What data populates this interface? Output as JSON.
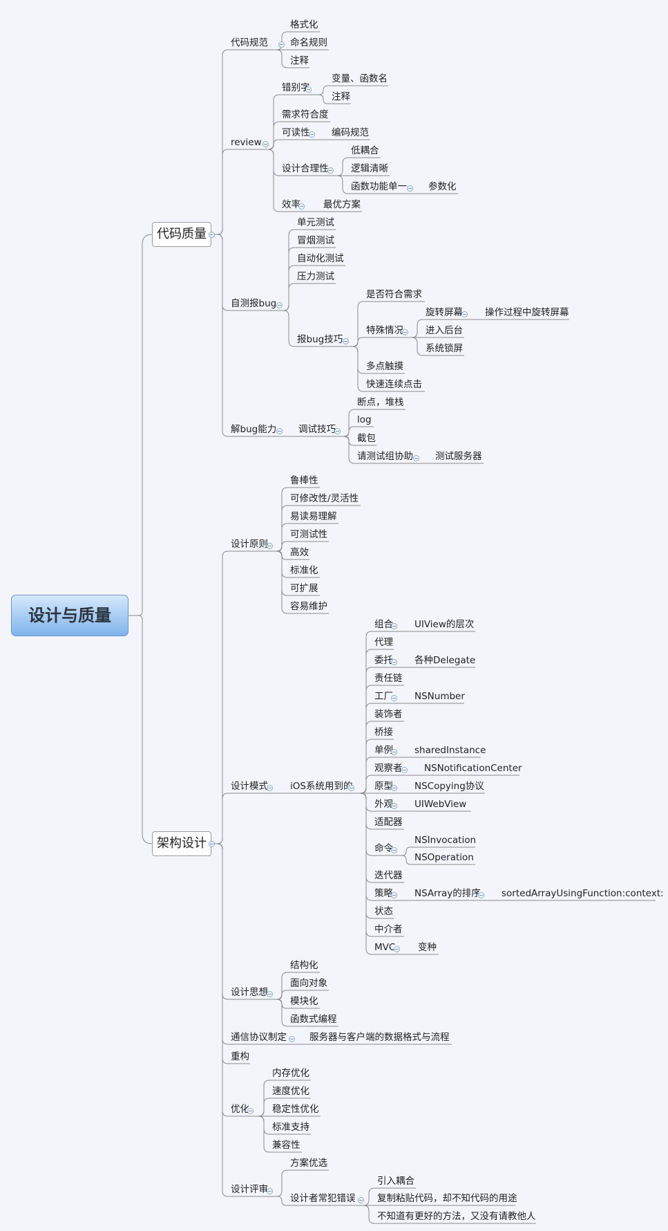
{
  "root": {
    "label": "设计与质量"
  },
  "branches": [
    {
      "label": "代码质量"
    },
    {
      "label": "架构设计"
    }
  ],
  "nodes": {
    "n1": "代码规范",
    "n2": "格式化",
    "n3": "命名规则",
    "n4": "注释",
    "n5": "review",
    "n6": "错别字",
    "n7": "变量、函数名",
    "n8": "注释",
    "n9": "需求符合度",
    "n10": "可读性",
    "n11": "编码规范",
    "n12": "设计合理性",
    "n13": "低耦合",
    "n14": "逻辑清晰",
    "n15": "函数功能单一",
    "n16": "参数化",
    "n17": "效率",
    "n18": "最优方案",
    "n19": "自测报bug",
    "n20": "单元测试",
    "n21": "冒烟测试",
    "n22": "自动化测试",
    "n23": "压力测试",
    "n24": "报bug技巧",
    "n25": "是否符合需求",
    "n26": "特殊情况",
    "n27": "旋转屏幕",
    "n28": "操作过程中旋转屏幕",
    "n29": "进入后台",
    "n30": "系统锁屏",
    "n31": "多点触摸",
    "n32": "快速连续点击",
    "n33": "解bug能力",
    "n34": "调试技巧",
    "n35": "断点，堆栈",
    "n36": "log",
    "n37": "截包",
    "n38": "请测试组协助",
    "n39": "测试服务器",
    "m1": "设计原则",
    "m2": "鲁棒性",
    "m3": "可修改性/灵活性",
    "m4": "易读易理解",
    "m5": "可测试性",
    "m6": "高效",
    "m7": "标准化",
    "m8": "可扩展",
    "m9": "容易维护",
    "m10": "设计模式",
    "m11": "iOS系统用到的",
    "m12": "组合",
    "m13": "UIView的层次",
    "m14": "代理",
    "m15": "委托",
    "m16": "各种Delegate",
    "m17": "责任链",
    "m18": "工厂",
    "m19": "NSNumber",
    "m20": "装饰者",
    "m21": "桥接",
    "m22": "单例",
    "m23": "sharedInstance",
    "m24": "观察者",
    "m25": "NSNotificationCenter",
    "m26": "原型",
    "m27": "NSCopying协议",
    "m28": "外观",
    "m29": "UIWebView",
    "m30": "适配器",
    "m31": "命令",
    "m32": "NSInvocation",
    "m33": "NSOperation",
    "m34": "迭代器",
    "m35": "策略",
    "m36": "NSArray的排序",
    "m37": "sortedArrayUsingFunction:context:",
    "m38": "状态",
    "m39": "中介者",
    "m40": "MVC",
    "m41": "变种",
    "m42": "设计思想",
    "m43": "结构化",
    "m44": "面向对象",
    "m45": "模块化",
    "m46": "函数式编程",
    "m47": "通信协议制定",
    "m48": "服务器与客户端的数据格式与流程",
    "m49": "重构",
    "m50": "优化",
    "m51": "内存优化",
    "m52": "速度优化",
    "m53": "稳定性优化",
    "m54": "标准支持",
    "m55": "兼容性",
    "m56": "设计评审",
    "m57": "方案优选",
    "m58": "设计者常犯错误",
    "m59": "引入耦合",
    "m60": "复制粘贴代码，却不知代码的用途",
    "m61": "不知道有更好的方法，又没有请教他人"
  },
  "colors": {
    "line": "#8a8a8a",
    "root_top": "#d6e8fb",
    "root_bottom": "#7fb3ec",
    "background": "#f3f5fa"
  }
}
